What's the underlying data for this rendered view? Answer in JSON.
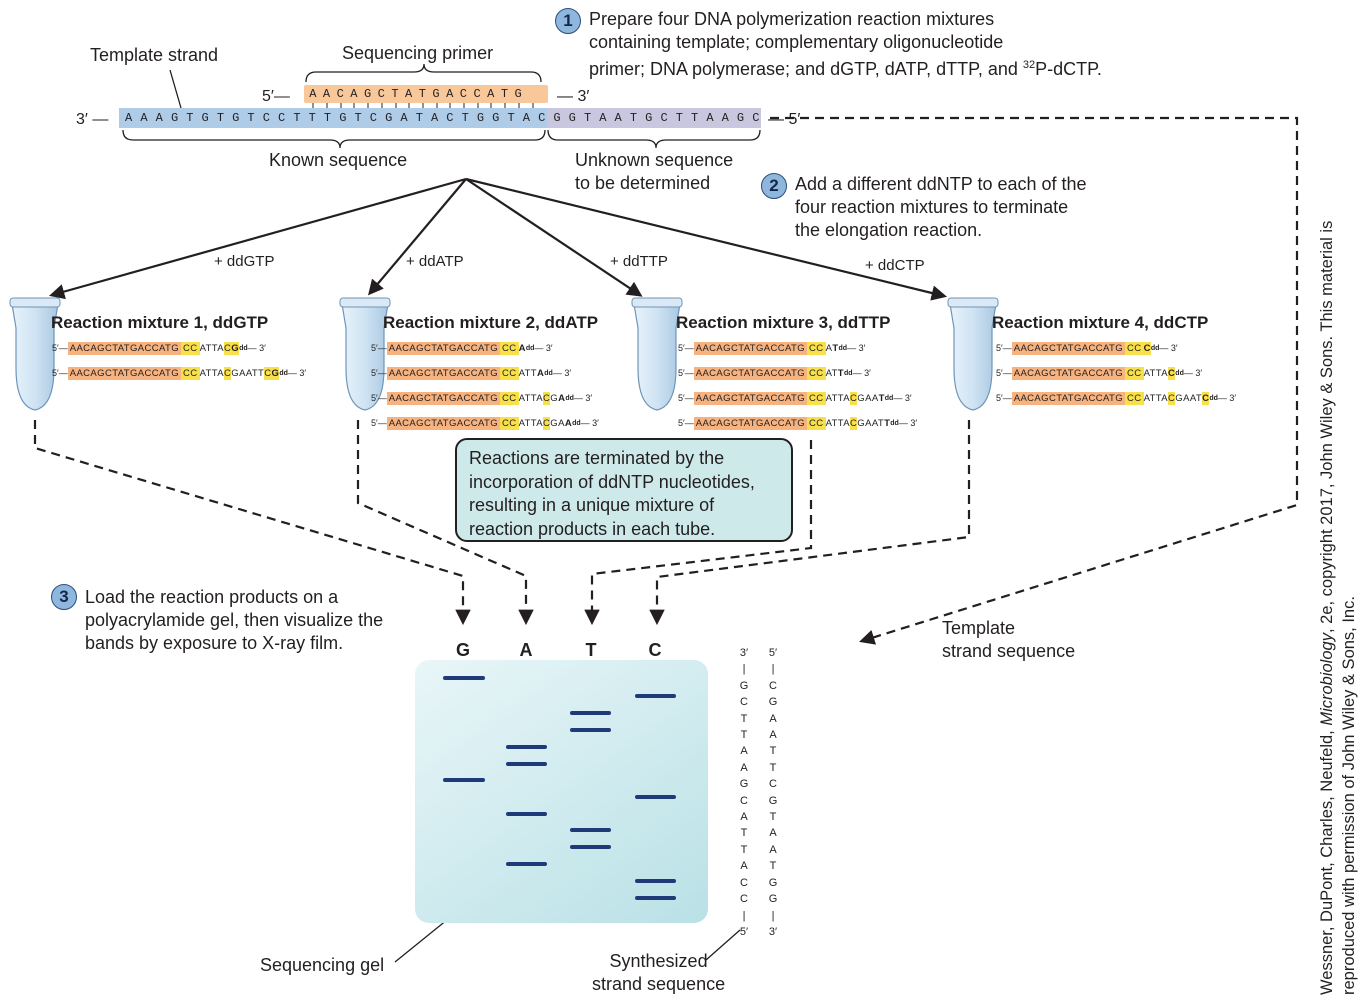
{
  "step1": {
    "number": "1",
    "line1": "Prepare four DNA polymerization reaction mixtures",
    "line2": "containing template; complementary oligonucleotide",
    "line3_pre": "primer; DNA polymerase; and dGTP, dATP, dTTP, and ",
    "line3_sup": "32",
    "line3_post": "P-dCTP."
  },
  "step2": {
    "number": "2",
    "line1": "Add a different ddNTP to each of the",
    "line2": "four reaction mixtures to terminate",
    "line3": "the elongation reaction."
  },
  "step3": {
    "number": "3",
    "line1": "Load the reaction products on a",
    "line2": "polyacrylamide gel, then visualize the",
    "line3": "bands by exposure to X-ray film."
  },
  "labels": {
    "template_strand": "Template strand",
    "sequencing_primer": "Sequencing primer",
    "known_sequence": "Known sequence",
    "unknown_line1": "Unknown sequence",
    "unknown_line2": "to be determined",
    "sequencing_gel": "Sequencing gel",
    "synthesized_line1": "Synthesized",
    "synthesized_line2": "strand sequence",
    "template_seq_line1": "Template",
    "template_seq_line2": "strand sequence",
    "primer_5": "5′—",
    "primer_3": "— 3′",
    "template_3": "3′ —",
    "template_5": "— 5′"
  },
  "primer_seq": "AACAGCTATGACCATG",
  "template_known": "AAAGTGTGTCCTTTGTCGATACTGGTAC",
  "template_unknown": "GGTAATGCTTAAGC",
  "arrows": {
    "g": "+ ddGTP",
    "a": "+ ddATP",
    "t": "+ ddTTP",
    "c": "+ ddCTP"
  },
  "mixtures": [
    {
      "title": "Reaction mixture 1, ddGTP"
    },
    {
      "title": "Reaction mixture 2, ddATP"
    },
    {
      "title": "Reaction mixture 3, ddTTP"
    },
    {
      "title": "Reaction mixture 4, ddCTP"
    }
  ],
  "product_primer": "AACAGCTATGACCATGCC",
  "products": {
    "m1": [
      {
        "mid": "ATTA",
        "c": "C",
        "tail": "",
        "dd": "G"
      },
      {
        "mid": "ATTA",
        "c": "C",
        "tail": "GAATT",
        "c2": "C",
        "dd": "G"
      }
    ],
    "m2": [
      {
        "mid": "",
        "dd": "A"
      },
      {
        "mid": "ATT",
        "dd": "A"
      },
      {
        "mid": "ATTA",
        "c": "C",
        "tail": "G",
        "dd": "A"
      },
      {
        "mid": "ATTA",
        "c": "C",
        "tail": "GA",
        "dd": "A"
      }
    ],
    "m3": [
      {
        "mid": "A",
        "dd": "T"
      },
      {
        "mid": "AT",
        "dd": "T"
      },
      {
        "mid": "ATTA",
        "c": "C",
        "tail": "GAA",
        "dd": "T"
      },
      {
        "mid": "ATTA",
        "c": "C",
        "tail": "GAAT",
        "dd": "T"
      }
    ],
    "m4": [
      {
        "mid": "",
        "dd": "C"
      },
      {
        "mid": "ATTA",
        "dd": "C"
      },
      {
        "mid": "ATTA",
        "c": "C",
        "tail": "GAAT",
        "dd": "C"
      }
    ]
  },
  "dd_sup": "dd",
  "end5": "5′—",
  "end3": "— 3′",
  "callout": "Reactions are terminated by the incorporation of ddNTP nucleotides, resulting in a unique mixture of reaction products in each tube.",
  "lanes": [
    "G",
    "A",
    "T",
    "C"
  ],
  "synthesized_seq": {
    "top": "3′",
    "bases": [
      "G",
      "C",
      "T",
      "T",
      "A",
      "A",
      "G",
      "C",
      "A",
      "T",
      "T",
      "A",
      "C",
      "C"
    ],
    "bottom": "5′"
  },
  "template_seq": {
    "top": "5′",
    "bases": [
      "C",
      "G",
      "A",
      "A",
      "T",
      "T",
      "C",
      "G",
      "T",
      "A",
      "A",
      "T",
      "G",
      "G"
    ],
    "bottom": "3′"
  },
  "credit_line1_pre": "Wessner, DuPont, Charles, Neufeld, ",
  "credit_line1_italic": "Microbiology",
  "credit_line1_post": ", 2e, copyright 2017, John Wiley & Sons. This material is",
  "credit_line2": "reproduced with permission of John Wiley & Sons, Inc.",
  "colors": {
    "primer": "#f8c89a",
    "template_known": "#aecbe8",
    "template_unknown": "#c9c7df",
    "band": "#1f3a78",
    "callout": "#cde9ea",
    "gel": "#c8e8ec",
    "highlight": "#f8e04a"
  }
}
